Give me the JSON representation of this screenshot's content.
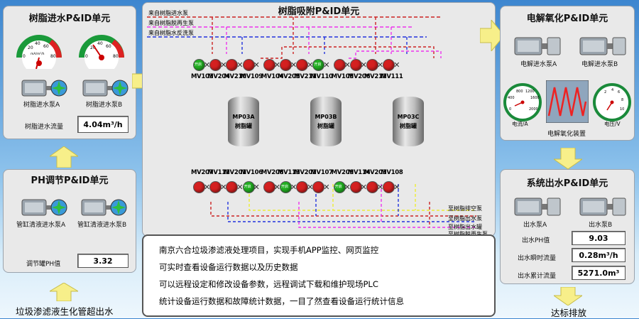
{
  "resin_inlet": {
    "title": "树脂进水P&ID单元",
    "pump_a": "树脂进水泵A",
    "pump_b": "树脂进水泵B",
    "flow_label": "树脂进水流量",
    "flow_value": "4.04m³/h"
  },
  "ph": {
    "title": "PH调节P&ID单元",
    "pump_a": "管缸清液进水泵A",
    "pump_b": "管缸清液进水泵B",
    "ph_label": "调节罐PH值",
    "ph_value": "3.32"
  },
  "center": {
    "title": "树脂吸附P&ID单元",
    "pipe_labels": [
      "来自树脂进水泵",
      "来自树脂脱再生泵",
      "来自树脂水反洗泵"
    ],
    "right_pipe_labels": [
      "至树脂排空泵",
      "至树脂出水泵",
      "至树脂出水罐",
      "至树脂脱再生泵"
    ],
    "top_valve_labels": [
      "MV103",
      "MV204",
      "MV210",
      "MV109",
      "MV104",
      "MV205",
      "MV211",
      "MV110",
      "MV105",
      "MV206",
      "MV212",
      "MV111"
    ],
    "bottom_valve_labels": [
      "MV207",
      "MV112",
      "MV201",
      "MV106",
      "MV208",
      "MV113",
      "MV202",
      "MV107",
      "MV209",
      "MV114",
      "MV203",
      "MV108"
    ],
    "top_valve_states": [
      "green",
      "red",
      "red",
      "red",
      "red",
      "red",
      "red",
      "green",
      "red",
      "red",
      "red",
      "red"
    ],
    "bottom_valve_states": [
      "red",
      "red",
      "red",
      "green",
      "red",
      "green",
      "red",
      "red",
      "green",
      "red",
      "red",
      "red"
    ],
    "valve_on_text": "开启",
    "tanks": [
      {
        "id": "MP03A",
        "name": "树脂罐"
      },
      {
        "id": "MP03B",
        "name": "树脂罐"
      },
      {
        "id": "MP03C",
        "name": "树脂罐"
      }
    ]
  },
  "electro": {
    "title": "电解氧化P&ID单元",
    "pump_a": "电解进水泵A",
    "pump_b": "电解进水泵B",
    "gauge_current_label": "电流/A",
    "gauge_voltage_label": "电压/V",
    "device_label": "电解氧化装置",
    "current_ticks": [
      "800",
      "1200",
      "400",
      "1600",
      "0",
      "2000"
    ],
    "voltage_ticks": [
      "2",
      "4",
      "6",
      "8",
      "10"
    ]
  },
  "outlet": {
    "title": "系统出水P&ID单元",
    "pump_a": "出水泵A",
    "pump_b": "出水泵B",
    "ph_label": "出水PH值",
    "ph_value": "9.03",
    "flow_label": "出水瞬时流量",
    "flow_value": "0.28m³/h",
    "total_label": "出水累计流量",
    "total_value": "5271.0m³"
  },
  "info": {
    "lines": [
      "南京六合垃圾渗滤液处理项目，实现手机APP监控、网页监控",
      "可实时查看设备运行数据以及历史数据",
      "可以远程设定和修改设备参数，远程调试下载和维护现场PLC",
      "统计设备运行数据和故障统计数据，一目了然查看设备运行统计信息"
    ]
  },
  "bottom": {
    "left": "垃圾渗滤液生化管超出水",
    "right": "达标排放"
  },
  "gauge_left_ticks": [
    "20",
    "40",
    "60",
    "0",
    "80"
  ],
  "gauge_left_unit": "mA/m²/h",
  "gauge_left_value": 0.45,
  "gauge_right_value": 0.35,
  "gauge_current_value": 0.55,
  "gauge_voltage_value": 0.2,
  "colors": {
    "panel": "#e9e9e9",
    "valve_red": "#d42020",
    "valve_green": "#22b022",
    "arrow": "#f7ef8a",
    "pipe_red": "#cc2222",
    "pipe_magenta": "#ee33ee",
    "pipe_blue": "#2233dd",
    "pipe_yellow": "#eeee33"
  }
}
